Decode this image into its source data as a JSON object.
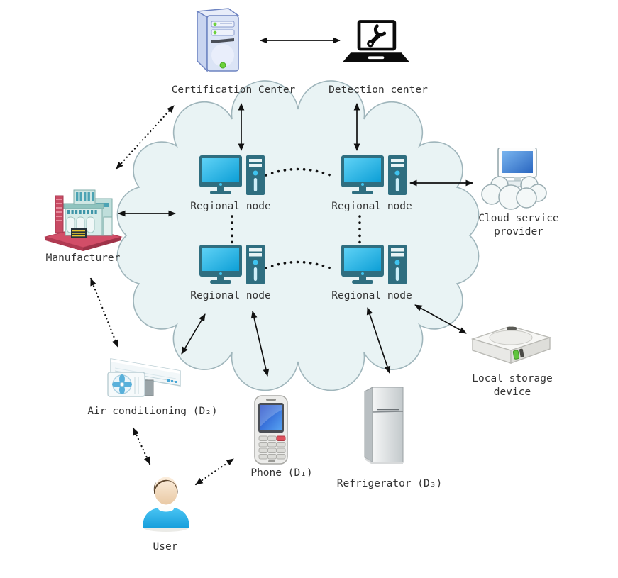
{
  "diagram": {
    "nodes": [
      {
        "id": "certification-center",
        "label": "Certification Center"
      },
      {
        "id": "detection-center",
        "label": "Detection center"
      },
      {
        "id": "regional-node-top-left",
        "label": "Regional node"
      },
      {
        "id": "regional-node-top-right",
        "label": "Regional node"
      },
      {
        "id": "regional-node-bottom-left",
        "label": "Regional node"
      },
      {
        "id": "regional-node-bottom-right",
        "label": "Regional node"
      },
      {
        "id": "manufacturer",
        "label": "Manufacturer"
      },
      {
        "id": "cloud-service-provider",
        "label": "Cloud service provider"
      },
      {
        "id": "local-storage-device",
        "label": "Local storage device"
      },
      {
        "id": "air-conditioning",
        "label": "Air conditioning (D₂)"
      },
      {
        "id": "phone",
        "label": "Phone (D₁)"
      },
      {
        "id": "refrigerator",
        "label": "Refrigerator (D₃)"
      },
      {
        "id": "user",
        "label": "User"
      }
    ],
    "edges": [
      {
        "from": "certification-center",
        "to": "detection-center",
        "style": "solid",
        "bidirectional": true
      },
      {
        "from": "certification-center",
        "to": "regional-node-top-left",
        "style": "solid",
        "bidirectional": true
      },
      {
        "from": "detection-center",
        "to": "regional-node-top-right",
        "style": "solid",
        "bidirectional": true
      },
      {
        "from": "manufacturer",
        "to": "regional-node-top-left",
        "style": "solid",
        "bidirectional": true
      },
      {
        "from": "regional-node-top-right",
        "to": "cloud-service-provider",
        "style": "solid",
        "bidirectional": true
      },
      {
        "from": "regional-node-bottom-right",
        "to": "local-storage-device",
        "style": "solid",
        "bidirectional": true
      },
      {
        "from": "regional-node-bottom-left",
        "to": "air-conditioning",
        "style": "solid",
        "bidirectional": true
      },
      {
        "from": "regional-node-bottom-left",
        "to": "phone",
        "style": "solid",
        "bidirectional": true
      },
      {
        "from": "regional-node-bottom-right",
        "to": "refrigerator",
        "style": "solid",
        "bidirectional": true
      },
      {
        "from": "manufacturer",
        "to": "certification-center",
        "style": "dotted",
        "bidirectional": true
      },
      {
        "from": "manufacturer",
        "to": "air-conditioning",
        "style": "dotted",
        "bidirectional": true
      },
      {
        "from": "air-conditioning",
        "to": "user",
        "style": "dotted",
        "bidirectional": true
      },
      {
        "from": "user",
        "to": "phone",
        "style": "dotted",
        "bidirectional": true
      },
      {
        "from": "regional-node-top-left",
        "to": "regional-node-top-right",
        "style": "dotted-link",
        "bidirectional": false
      },
      {
        "from": "regional-node-bottom-left",
        "to": "regional-node-bottom-right",
        "style": "dotted-link",
        "bidirectional": false
      },
      {
        "from": "regional-node-top-left",
        "to": "regional-node-bottom-left",
        "style": "dotted-link",
        "bidirectional": false
      },
      {
        "from": "regional-node-top-right",
        "to": "regional-node-bottom-right",
        "style": "dotted-link",
        "bidirectional": false
      }
    ],
    "colors": {
      "cloud_fill": "#e9f3f4",
      "cloud_stroke": "#9fb5bb",
      "node_teal": "#2f6e80",
      "screen_cyan": "#2ab7ea",
      "arrow": "#111111",
      "manufacturer_pink": "#d24e68",
      "user_shirt_blue": "#2fb3ec",
      "led_green": "#5fc43c",
      "label_text": "#333333"
    }
  }
}
